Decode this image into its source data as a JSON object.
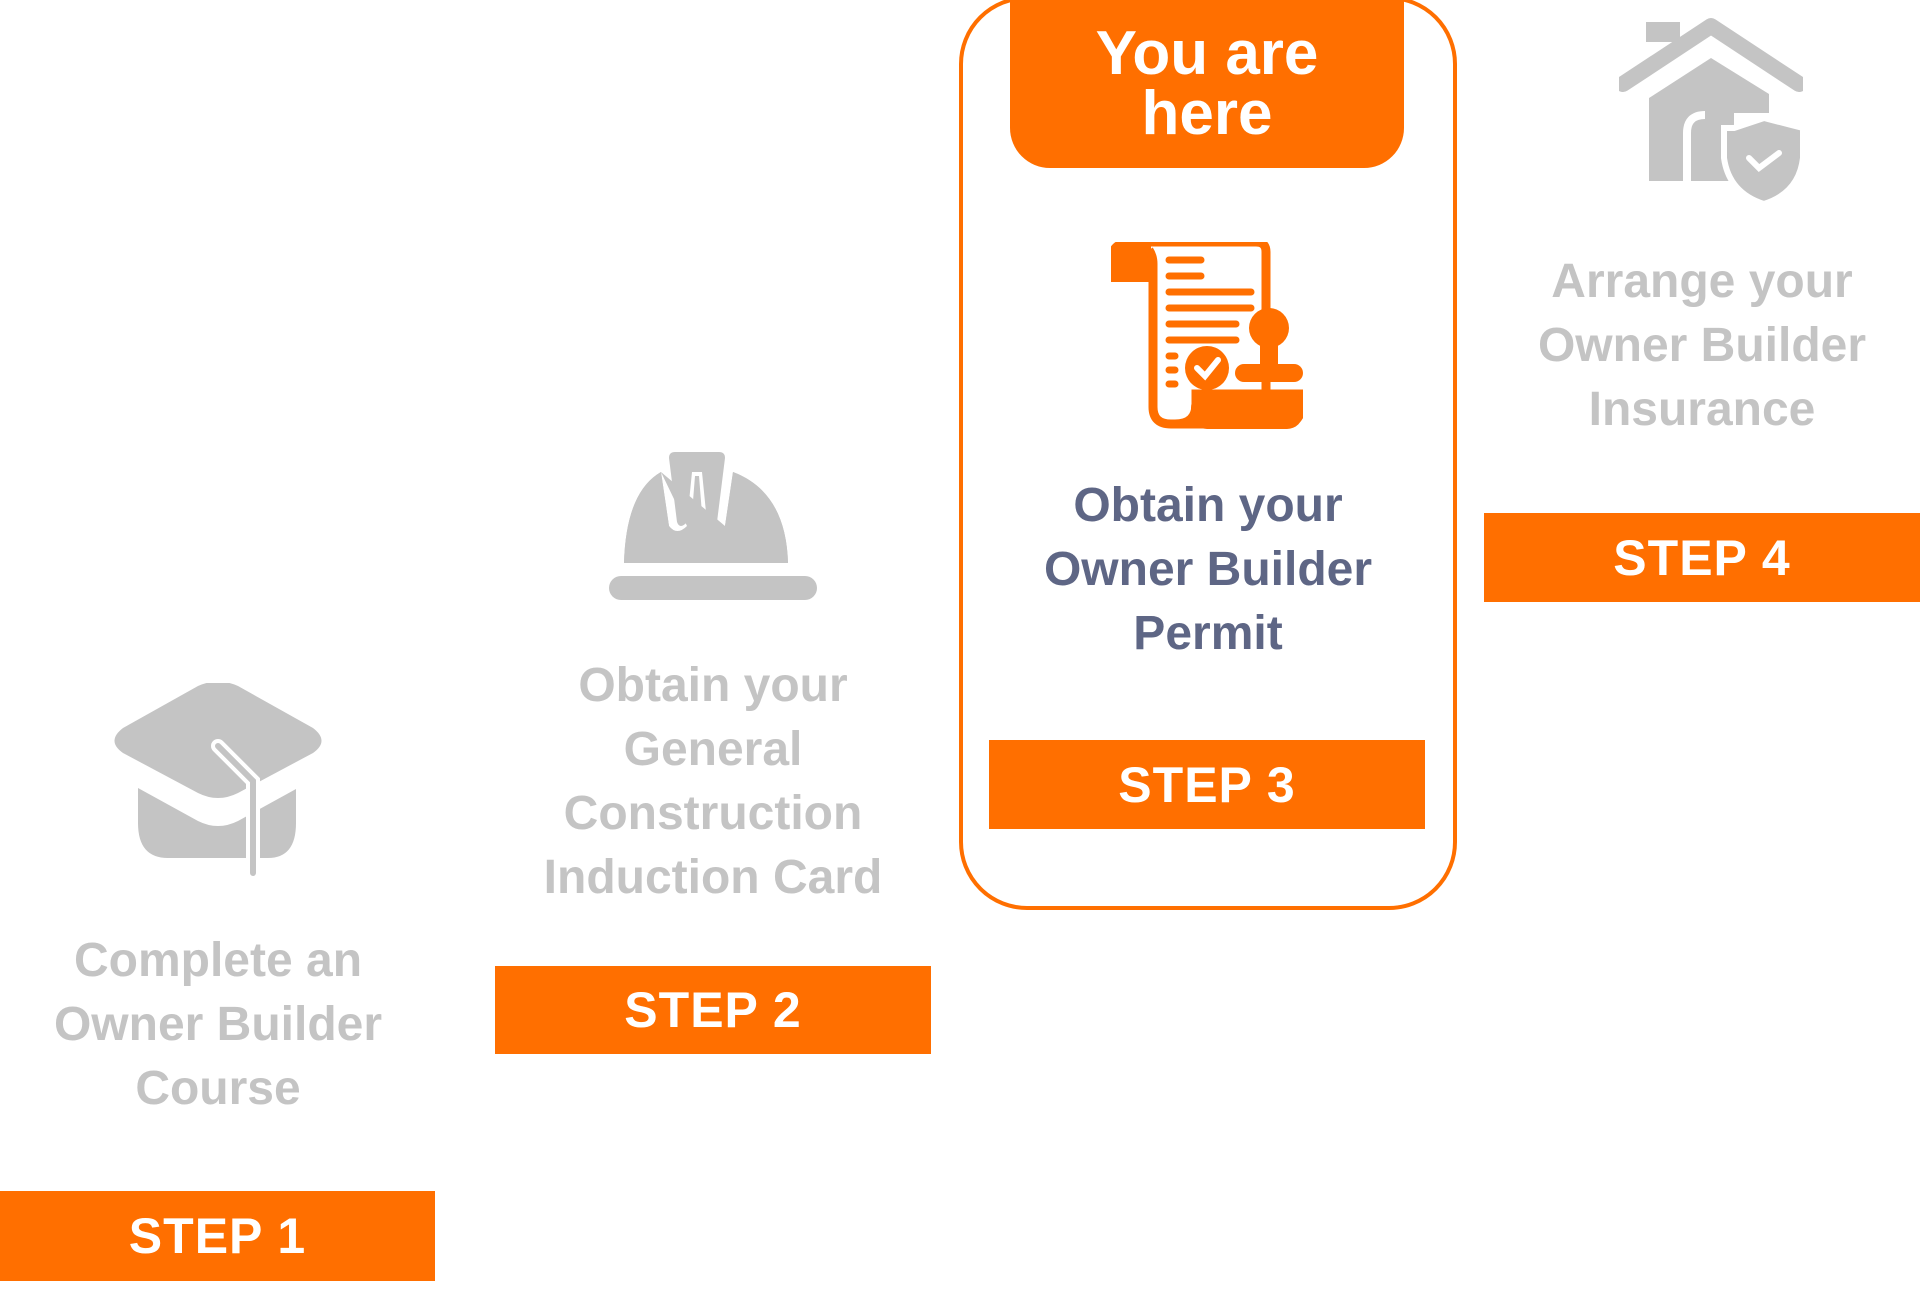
{
  "colors": {
    "accent": "#FF6F00",
    "inactive": "#C4C4C4",
    "active_text": "#5E6685"
  },
  "current_marker": {
    "lines": [
      "You are",
      "here"
    ]
  },
  "steps": [
    {
      "label": "STEP 1",
      "title_lines": [
        "Complete an",
        "Owner Builder",
        "Course"
      ],
      "icon": "graduation-cap-icon",
      "active": false
    },
    {
      "label": "STEP 2",
      "title_lines": [
        "Obtain your",
        "General",
        "Construction",
        "Induction Card"
      ],
      "icon": "hard-hat-icon",
      "active": false
    },
    {
      "label": "STEP 3",
      "title_lines": [
        "Obtain your",
        "Owner Builder",
        "Permit"
      ],
      "icon": "permit-document-stamp-icon",
      "active": true
    },
    {
      "label": "STEP 4",
      "title_lines": [
        "Arrange your",
        "Owner Builder",
        "Insurance"
      ],
      "icon": "house-shield-icon",
      "active": false
    }
  ]
}
